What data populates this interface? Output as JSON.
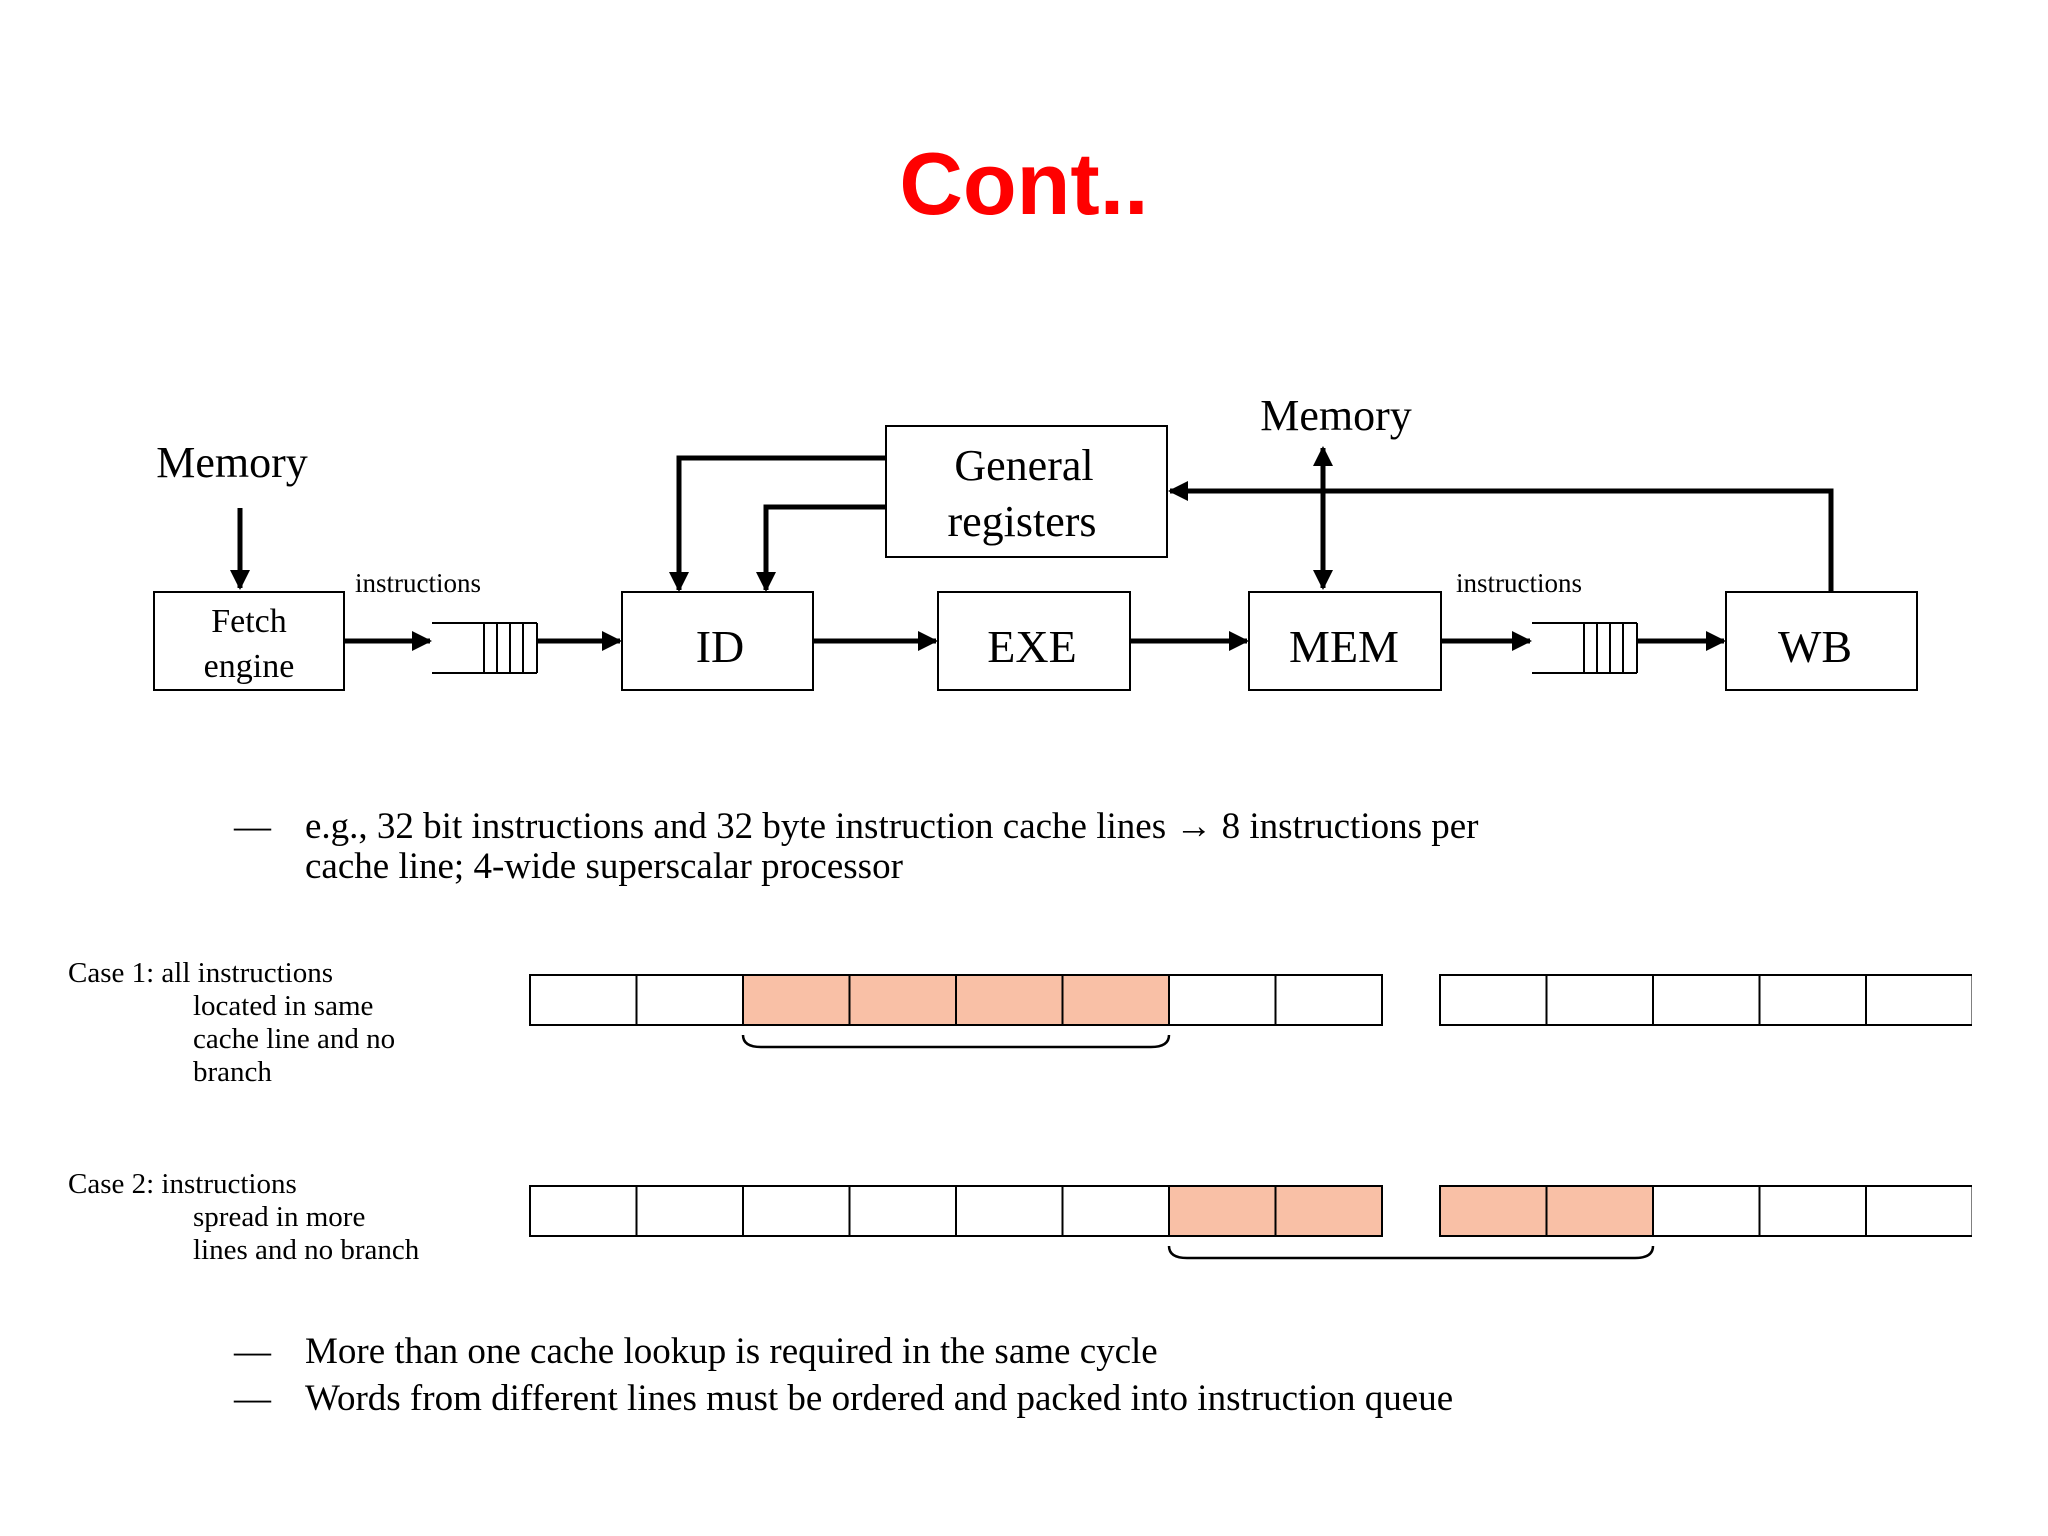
{
  "slide": {
    "title": "Cont..",
    "title_color": "#ff0000",
    "highlight_color": "#f9c0a6"
  },
  "pipeline": {
    "memory_fetch_label": "Memory",
    "memory_mem_label": "Memory",
    "fetch_engine": [
      "Fetch",
      "engine"
    ],
    "queue1_label": "instructions",
    "queue2_label": "instructions",
    "general_registers": [
      "General",
      "registers"
    ],
    "stages": [
      "ID",
      "EXE",
      "MEM",
      "WB"
    ]
  },
  "bullets": {
    "example_line1": "e.g., 32 bit instructions and 32 byte instruction cache lines → 8 instructions per",
    "example_line2": "cache line; 4-wide superscalar processor",
    "lookup": "More than one cache lookup is required in the same cycle",
    "ordering": "Words from different lines must be ordered and packed into instruction queue",
    "dash": "—"
  },
  "cases": [
    {
      "lines": [
        "Case 1: all instructions",
        "located in same",
        "cache line and no",
        "branch"
      ],
      "highlighted_line1": [
        2,
        3,
        4,
        5
      ],
      "highlighted_line2": []
    },
    {
      "lines": [
        "Case 2: instructions",
        "spread in more",
        "lines and no branch"
      ],
      "highlighted_line1": [
        6,
        7
      ],
      "highlighted_line2": [
        0,
        1
      ]
    }
  ]
}
